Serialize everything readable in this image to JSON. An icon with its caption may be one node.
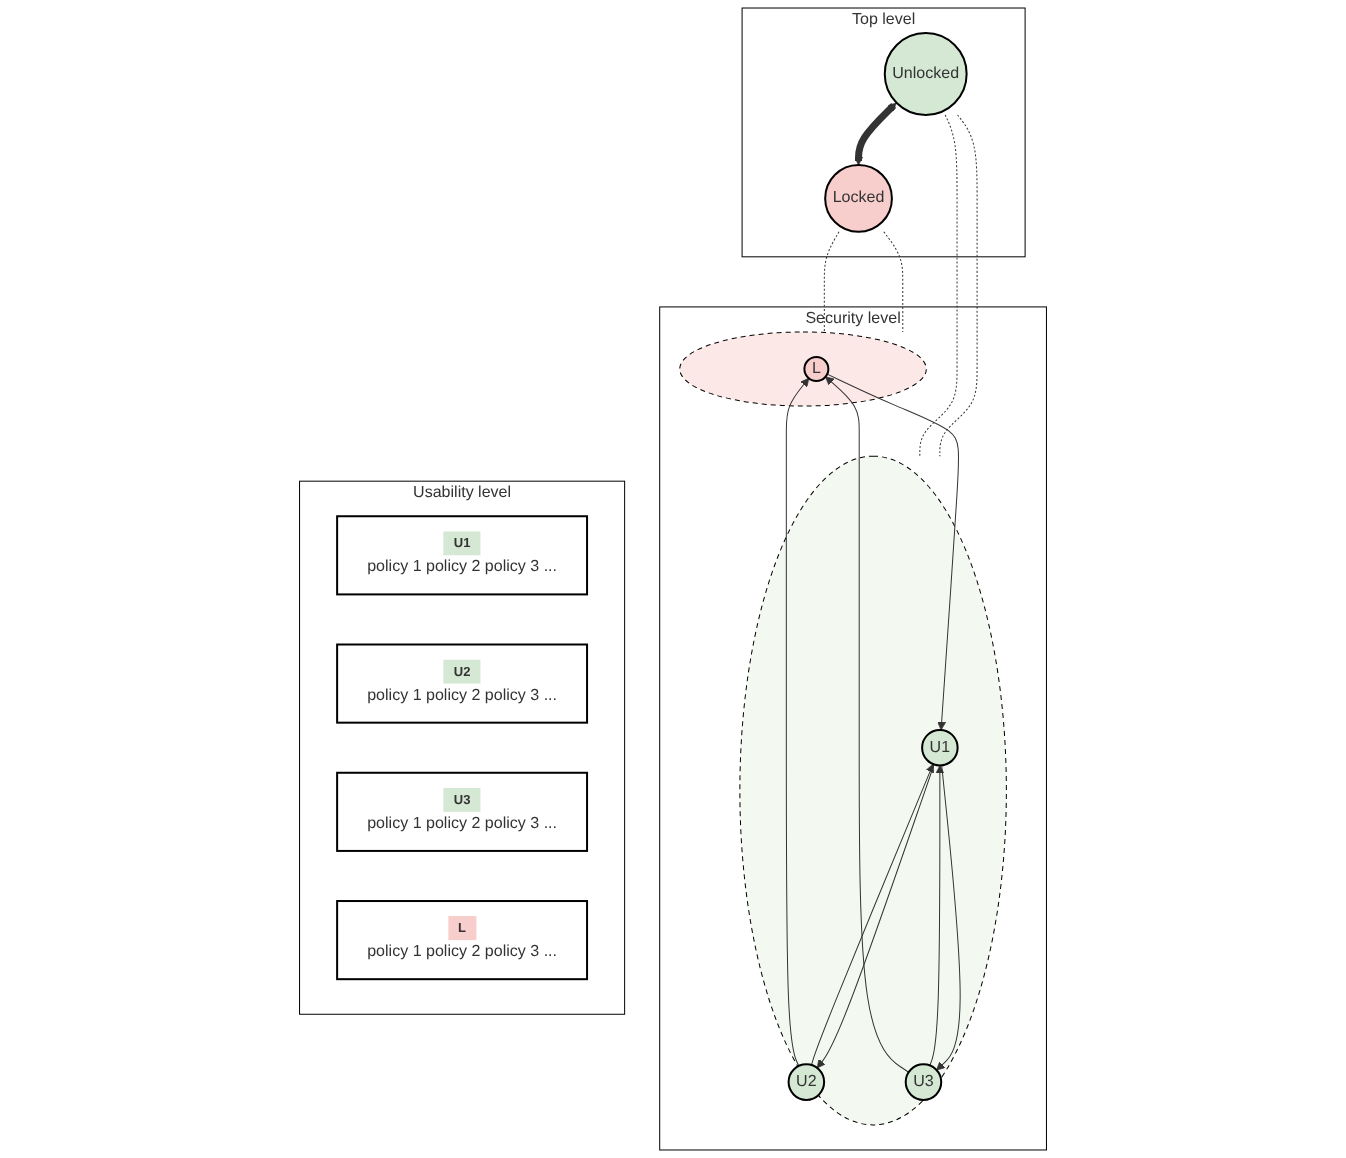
{
  "diagram": {
    "nodes": [
      {
        "text": [
          "Top level"
        ]
      },
      {
        "text": [
          "Unlocked"
        ],
        "in": 0
      },
      {
        "text": [
          "Locked"
        ],
        "in": 0
      },
      {
        "text": [
          "Security level"
        ]
      },
      {
        "text": [],
        "shape": "ellipse",
        "in": 3
      },
      {
        "text": [
          "U1"
        ],
        "in": 4
      },
      {
        "text": [
          "U2"
        ],
        "in": 4
      },
      {
        "text": [
          "U3"
        ],
        "in": 4
      },
      {
        "text": [],
        "shape": "ellipse",
        "in": 3
      },
      {
        "text": [
          "L"
        ],
        "in": 8
      },
      {
        "text": [
          "Usability level"
        ]
      },
      {
        "text": [
          "U1",
          "policy 1 policy 2 policy 3 ..."
        ],
        "in": 10
      },
      {
        "text": [
          "U2",
          "policy 1 policy 2 policy 3 ..."
        ],
        "in": 10
      },
      {
        "text": [
          "U3",
          "policy 1 policy 2 policy 3 ..."
        ],
        "in": 10
      },
      {
        "text": [
          "L",
          "policy 1 policy 2 policy 3 ..."
        ],
        "in": 10
      }
    ],
    "edges": [
      {
        "from": 1,
        "to": 2,
        "arrow": "both",
        "style": "thick"
      },
      {
        "from": 1,
        "to": 4,
        "arrow": "none",
        "style": "dashed"
      },
      {
        "from": 1,
        "to": 4,
        "arrow": "none",
        "style": "dashed"
      },
      {
        "from": 2,
        "to": 8,
        "arrow": "none",
        "style": "dashed"
      },
      {
        "from": 2,
        "to": 8,
        "arrow": "none",
        "style": "dashed"
      },
      {
        "from": 5,
        "to": 6,
        "arrow": "to"
      },
      {
        "from": 6,
        "to": 5,
        "arrow": "to"
      },
      {
        "from": 5,
        "to": 7,
        "arrow": "to"
      },
      {
        "from": 7,
        "to": 5,
        "arrow": "to"
      },
      {
        "from": 6,
        "to": 9,
        "arrow": "to"
      },
      {
        "from": 7,
        "to": 9,
        "arrow": "to"
      },
      {
        "from": 9,
        "to": 5,
        "arrow": "to"
      }
    ]
  }
}
